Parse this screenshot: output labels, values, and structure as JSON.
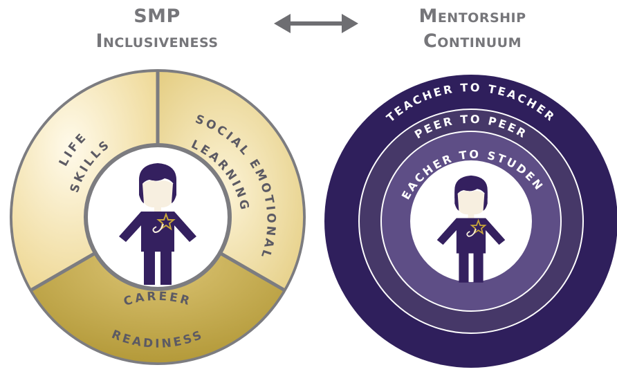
{
  "left_panel": {
    "title_line1": "SMP",
    "title_line2": "Inclusiveness",
    "segments": {
      "life_skills_line1": "LIFE",
      "life_skills_line2": "SKILLS",
      "sel_line1": "SOCIAL EMOTIONAL",
      "sel_line2": "LEARNING",
      "career_line1": "CAREER",
      "career_line2": "READINESS"
    }
  },
  "right_panel": {
    "title_line1": "Mentorship",
    "title_line2": "Continuum",
    "rings": {
      "outer": "TEACHER TO TEACHER",
      "middle": "PEER TO PEER",
      "inner": "TEACHER TO STUDENT"
    }
  },
  "arrow": {
    "meaning": "bidirectional",
    "color": "#6e6e72"
  },
  "colors": {
    "gold_light": "#fbefc2",
    "gold_mid": "#ead593",
    "gold_dark": "#c3aa48",
    "ring_border": "#7c7c80",
    "purple_outer": "#2f1f5c",
    "purple_middle": "#463868",
    "purple_inner": "#5e4e86",
    "figure": "#34205f",
    "star": "#c9a63a"
  }
}
